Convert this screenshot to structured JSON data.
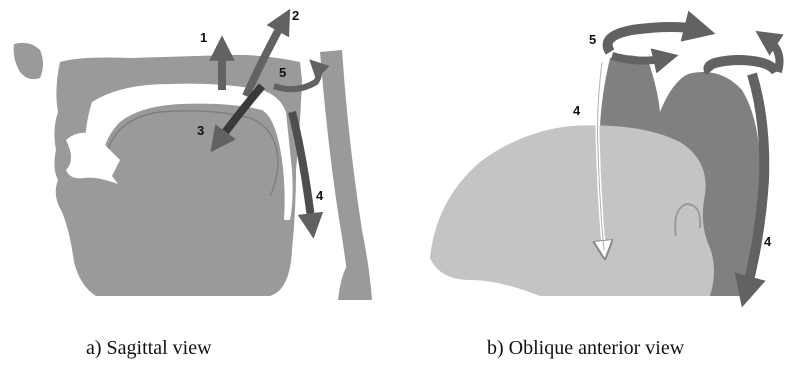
{
  "panels": [
    {
      "caption": "a) Sagittal view",
      "labels": {
        "n1": "1",
        "n2": "2",
        "n3": "3",
        "n4": "4",
        "n5": "5"
      }
    },
    {
      "caption": "b) Oblique anterior view",
      "labels": {
        "n4a": "4",
        "n4b": "4",
        "n5": "5"
      }
    }
  ],
  "colors": {
    "tissue": "#9a9a9a",
    "tissue_light": "#c4c4c4",
    "cavity": "#ffffff",
    "arrow": "#626262",
    "arrow_dark": "#3a3a3a"
  }
}
